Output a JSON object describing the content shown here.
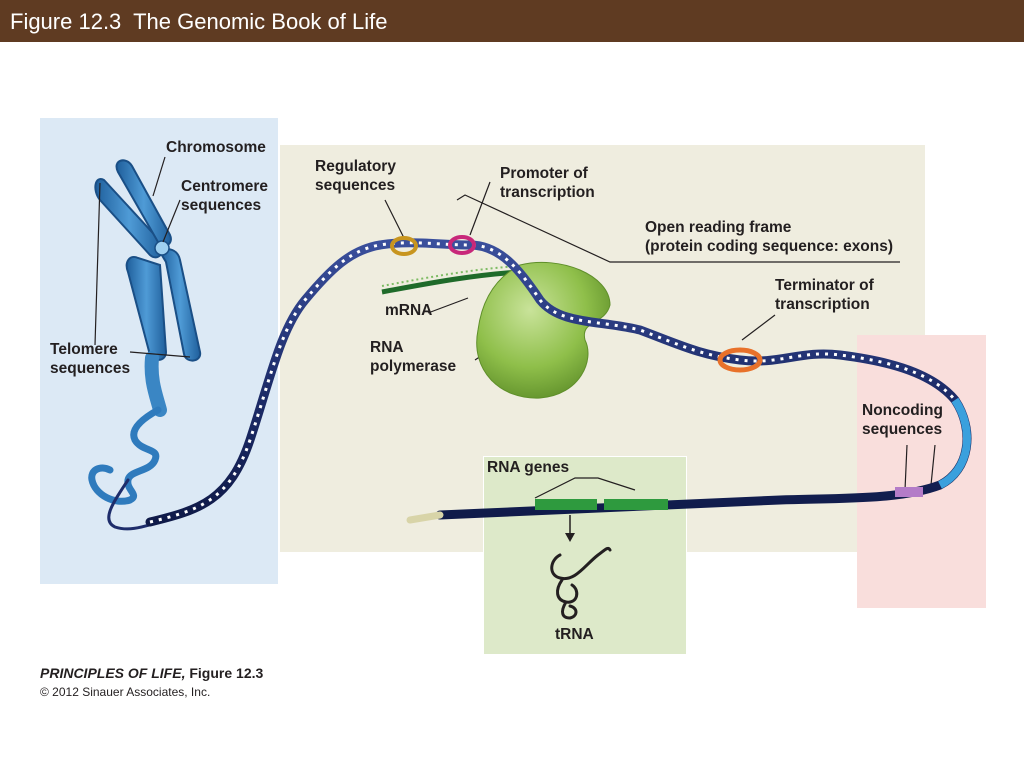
{
  "header": {
    "title": "Figure 12.3  The Genomic Book of Life"
  },
  "labels": {
    "chromosome": "Chromosome",
    "centromere": [
      "Centromere",
      "sequences"
    ],
    "telomere": [
      "Telomere",
      "sequences"
    ],
    "regulatory": [
      "Regulatory",
      "sequences"
    ],
    "promoter": [
      "Promoter of",
      "transcription"
    ],
    "orf": [
      "Open reading frame",
      "(protein coding sequence: exons)"
    ],
    "terminator": [
      "Terminator of",
      "transcription"
    ],
    "mrna": "mRNA",
    "rna_polymerase": [
      "RNA",
      "polymerase"
    ],
    "noncoding": [
      "Noncoding",
      "sequences"
    ],
    "rna_genes": "RNA genes",
    "trna": "tRNA"
  },
  "credit": {
    "book": "PRINCIPLES OF LIFE,",
    "figure": " Figure 12.3",
    "copyright": "© 2012 Sinauer Associates, Inc."
  },
  "colors": {
    "header": "#5f3b22",
    "chromosome_panel": "#dce9f5",
    "main_panel": "#efeddf",
    "noncoding_panel": "#f9dedc",
    "rna_panel": "#dde9c9",
    "dna": "#1e2d6b",
    "chromosome": "#3a86c4",
    "regulatory_segment": "#c8951f",
    "promoter_segment": "#c8287a",
    "terminator_segment": "#e8712a",
    "polymerase": "#8fbf4a",
    "rna_gene": "#2e9a3e",
    "noncoding_band": "#3aa0dd",
    "noncoding_purple": "#b47cc8"
  }
}
